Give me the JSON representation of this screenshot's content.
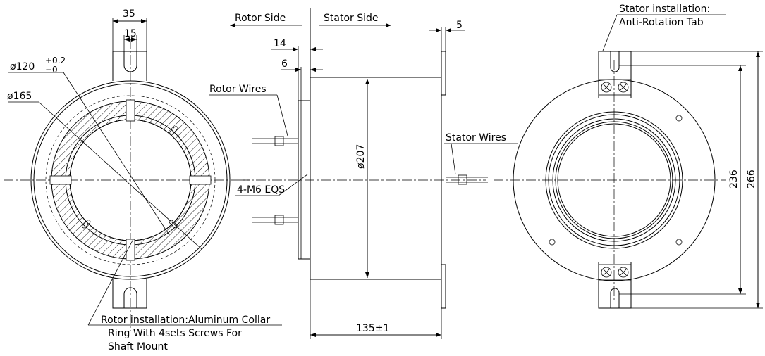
{
  "labels": {
    "rotor_side": "Rotor Side",
    "stator_side": "Stator Side",
    "dim_35": "35",
    "dim_15": "15",
    "dim_14": "14",
    "dim_6": "6",
    "dim_5": "5",
    "dia_120": "ø120",
    "tol_plus": "+0.2",
    "tol_minus": "−0",
    "dia_165": "ø165",
    "dia_207": "ø207",
    "dim_135": "135±1",
    "dim_236": "236",
    "dim_266": "266",
    "rotor_wires": "Rotor Wires",
    "stator_wires": "Stator Wires",
    "m6": "4-M6 EQS",
    "stator_install_1": "Stator installation:",
    "stator_install_2": "Anti-Rotation Tab",
    "rotor_install_1": "Rotor installation:Aluminum Collar",
    "rotor_install_2": "Ring With 4sets Screws For",
    "rotor_install_3": "Shaft Mount"
  }
}
